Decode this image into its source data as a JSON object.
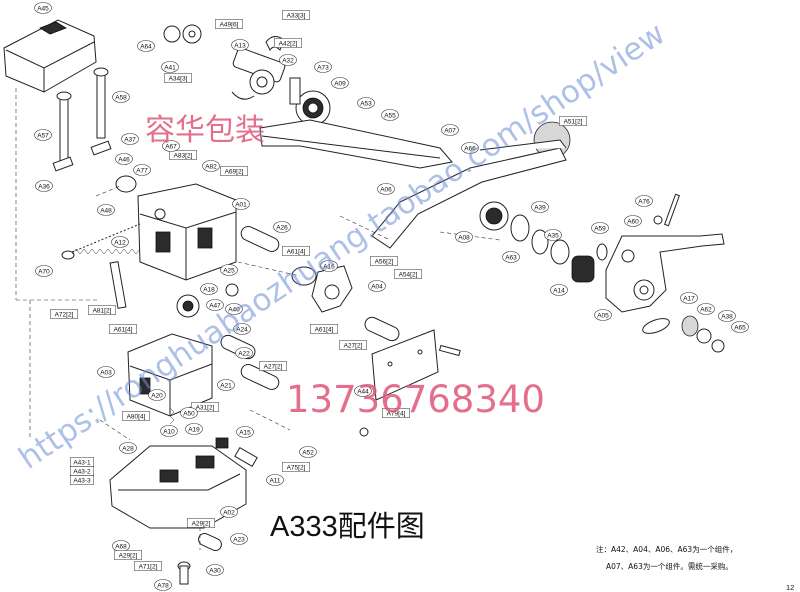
{
  "diagram": {
    "title": "A333配件图",
    "note_line1": "注：A42、A04、A06、A63为一个组件，",
    "note_line2": "A07、A63为一个组件。需统一采购。",
    "page_number": "12"
  },
  "watermarks": {
    "shop_cn": "容华包装",
    "url_diag": "https://ronghuabaozhuang.taobao.com/shop/view",
    "phone": "13736768340"
  },
  "labels": [
    "A45",
    "A64",
    "A49[6]",
    "A33[3]",
    "A13",
    "A42[2]",
    "A41",
    "A32",
    "A73",
    "A34[3]",
    "A58",
    "A09",
    "A53",
    "A55",
    "A57",
    "A37",
    "A07",
    "A51[2]",
    "A66",
    "A46",
    "A83[2]",
    "A67",
    "A82",
    "A77",
    "A36",
    "A69[2]",
    "A06",
    "A39",
    "A01",
    "A76",
    "A48",
    "A26",
    "A08",
    "A60",
    "A35",
    "A59",
    "A61[4]",
    "A12",
    "A63",
    "A14",
    "A16",
    "A70",
    "A56[2]",
    "A54[2]",
    "A25",
    "A04",
    "A17",
    "A62",
    "A18",
    "A38",
    "A65",
    "A72[2]",
    "A81[2]",
    "A40",
    "A24",
    "A47",
    "A05",
    "A61[4]",
    "A61[4]",
    "A27[2]",
    "A22",
    "A03",
    "A44",
    "A27[2]",
    "A21",
    "A79[4]",
    "A20",
    "A31[2]",
    "A50",
    "A80[4]",
    "A10",
    "A19",
    "A15",
    "A28",
    "A52",
    "A43-1",
    "A43-2",
    "A43-3",
    "A75[2]",
    "A11",
    "A02",
    "A29[2]",
    "A68",
    "A23",
    "A29[2]",
    "A71[2]",
    "A30",
    "A78"
  ]
}
